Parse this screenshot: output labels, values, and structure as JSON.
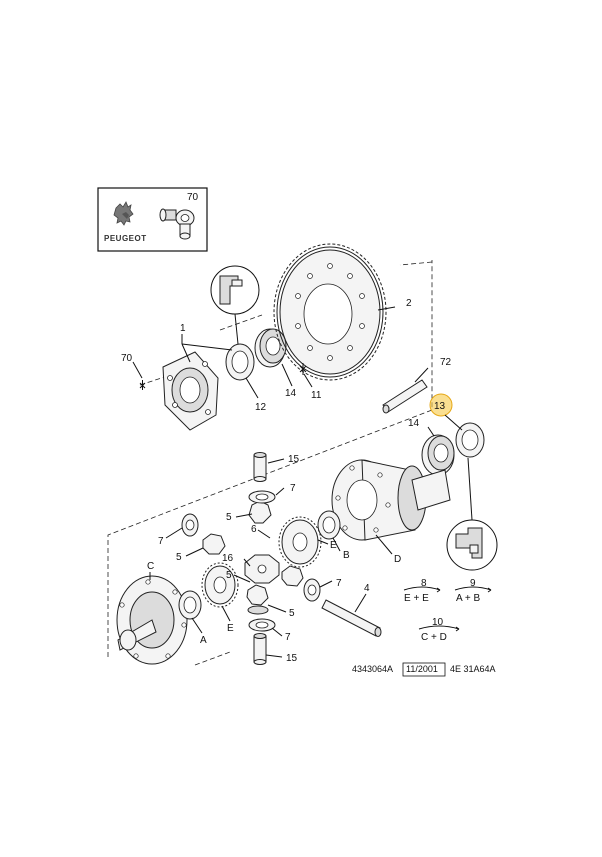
{
  "logo_box": {
    "ref_number": "70",
    "brand": "PEUGEOT"
  },
  "callouts": {
    "c1": "1",
    "c2": "2",
    "c70": "70",
    "c12": "12",
    "c14a": "14",
    "c11": "11",
    "c72": "72",
    "c13": "13",
    "c14b": "14",
    "c15a": "15",
    "c7a": "7",
    "c5a": "5",
    "c6": "6",
    "cE_top": "E",
    "cB": "B",
    "cC": "C",
    "cD": "D",
    "c7b": "7",
    "c5b": "5",
    "c16": "16",
    "c5c": "5",
    "c7c": "7",
    "c4": "4",
    "c5d": "5",
    "cA": "A",
    "cE_bot": "E",
    "c7d": "7",
    "c15b": "15"
  },
  "kit_notes": [
    {
      "number": "8",
      "formula": "E + E"
    },
    {
      "number": "9",
      "formula": "A + B"
    },
    {
      "number": "10",
      "formula": "C + D"
    }
  ],
  "footer": {
    "drawing_ref": "4343064A",
    "date": "11/2001",
    "code": "4E 31A64A"
  },
  "highlight_color": "#f7c948"
}
